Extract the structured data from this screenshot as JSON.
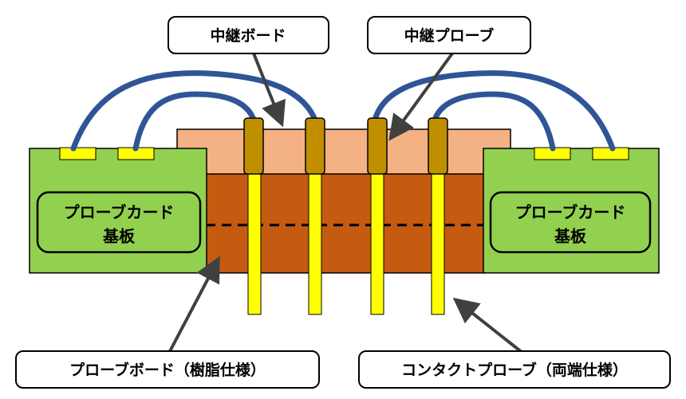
{
  "callouts": {
    "relay_board": "中継ボード",
    "relay_probe": "中継プローブ",
    "probe_board": "プローブボード（樹脂仕様）",
    "contact_probe": "コンタクトプローブ（両端仕様）"
  },
  "substrate_left": {
    "line1": "プローブカード",
    "line2": "基板"
  },
  "substrate_right": {
    "line1": "プローブカード",
    "line2": "基板"
  },
  "colors": {
    "substrate": "#92d050",
    "relay_board": "#f4b183",
    "probe_board": "#c55a11",
    "pad": "#ffff00",
    "contact_probe": "#ffff00",
    "relay_probe": "#bf8f00",
    "wire": "#2f5597",
    "arrow": "#404040"
  }
}
